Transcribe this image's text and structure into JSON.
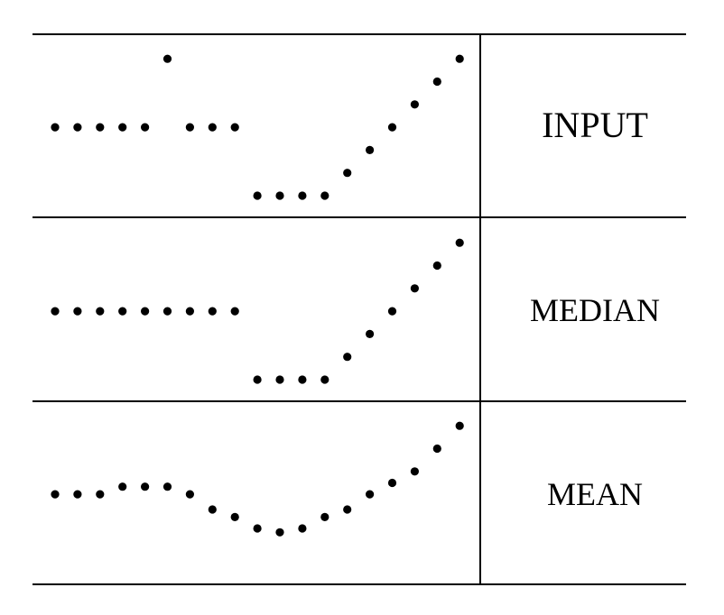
{
  "rows": [
    {
      "id": "input",
      "label": "INPUT"
    },
    {
      "id": "median",
      "label": "MEDIAN"
    },
    {
      "id": "mean",
      "label": "MEAN"
    }
  ],
  "series": {
    "input": [
      2,
      2,
      2,
      2,
      2,
      5,
      2,
      2,
      2,
      -1,
      -1,
      -1,
      -1,
      0,
      1,
      2,
      3,
      4,
      5
    ],
    "median": [
      2,
      2,
      2,
      2,
      2,
      2,
      2,
      2,
      2,
      -1,
      -1,
      -1,
      -1,
      0,
      1,
      2,
      3,
      4,
      5
    ],
    "mean": [
      2,
      2,
      2,
      2.333,
      2.333,
      2.333,
      2,
      1.333,
      1,
      0.5,
      0.333,
      0.5,
      1,
      1.333,
      2,
      2.5,
      3,
      4,
      5
    ]
  },
  "colors": {
    "ink": "#000000",
    "background": "#ffffff"
  }
}
